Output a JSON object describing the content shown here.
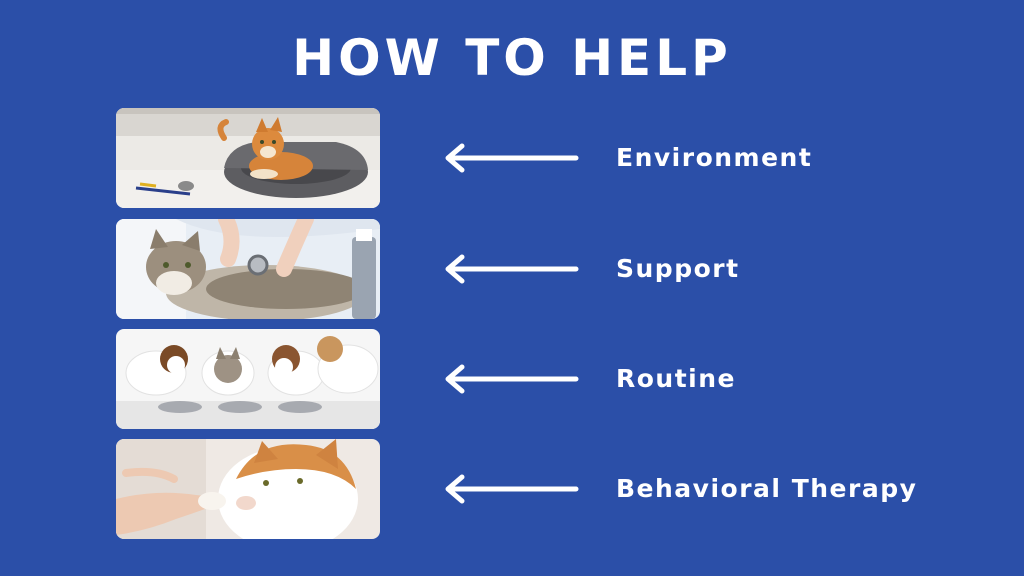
{
  "title": "HOW TO HELP",
  "items": [
    {
      "label": "Environment",
      "image": "cat-lying-in-bed-with-toys-photo"
    },
    {
      "label": "Support",
      "image": "vet-examining-cat-with-stethoscope-photo"
    },
    {
      "label": "Routine",
      "image": "dogs-and-cat-eating-from-bowls-photo"
    },
    {
      "label": "Behavioral Therapy",
      "image": "hand-reaching-to-cat-photo"
    }
  ],
  "colors": {
    "background": "#2b4fa8",
    "text": "#ffffff",
    "arrow": "#ffffff"
  },
  "icons": {
    "arrow": "arrow-left-icon"
  }
}
